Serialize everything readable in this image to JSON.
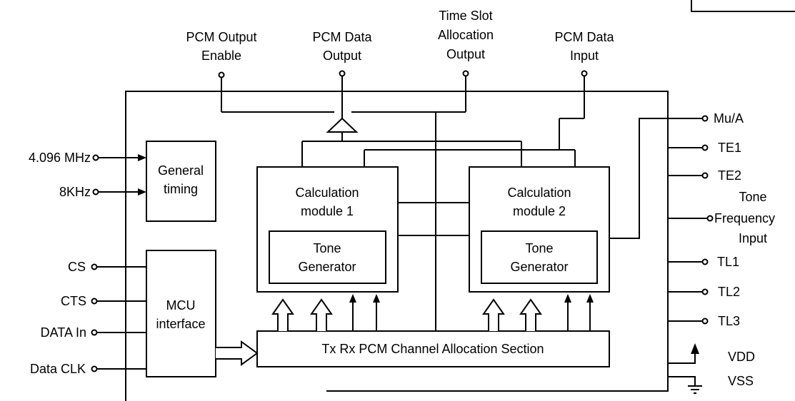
{
  "top_pins": {
    "pcm_output_enable": [
      "PCM Output",
      "Enable"
    ],
    "pcm_data_output": [
      "PCM Data",
      "Output"
    ],
    "time_slot_allocation_output": [
      "Time Slot",
      "Allocation",
      "Output"
    ],
    "pcm_data_input": [
      "PCM Data",
      "Input"
    ]
  },
  "left_pins": {
    "clk_4096": "4.096 MHz",
    "clk_8k": "8KHz",
    "cs": "CS",
    "cts": "CTS",
    "data_in": "DATA In",
    "data_clk": "Data CLK"
  },
  "right_pins": {
    "mu_a": "Mu/A",
    "te1": "TE1",
    "te2": "TE2",
    "tone_freq": [
      "Tone",
      "Frequency",
      "Input"
    ],
    "tl1": "TL1",
    "tl2": "TL2",
    "tl3": "TL3",
    "vdd": "VDD",
    "vss": "VSS"
  },
  "blocks": {
    "general_timing": [
      "General",
      "timing"
    ],
    "mcu_interface": [
      "MCU",
      "interface"
    ],
    "calc1": [
      "Calculation",
      "module 1"
    ],
    "calc2": [
      "Calculation",
      "module 2"
    ],
    "tone_gen1": [
      "Tone",
      "Generator"
    ],
    "tone_gen2": [
      "Tone",
      "Generator"
    ],
    "pcm_alloc": "Tx Rx PCM Channel Allocation Section"
  }
}
